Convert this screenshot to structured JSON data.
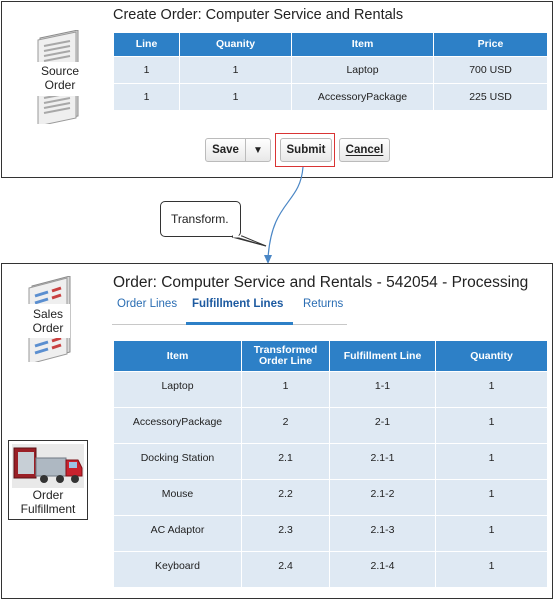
{
  "top_panel": {
    "title": "Create Order: Computer Service and Rentals",
    "source_label_line1": "Source",
    "source_label_line2": "Order",
    "table": {
      "headers": [
        "Line",
        "Quanity",
        "Item",
        "Price"
      ],
      "rows": [
        [
          "1",
          "1",
          "Laptop",
          "700 USD"
        ],
        [
          "1",
          "1",
          "AccessoryPackage",
          "225 USD"
        ]
      ]
    },
    "buttons": {
      "save": "Save",
      "save_menu": "▼",
      "submit": "Submit",
      "cancel": "Cancel"
    }
  },
  "callout": {
    "text": "Transform."
  },
  "bottom_panel": {
    "title": "Order: Computer Service and Rentals - 542054 - Processing",
    "sales_label_line1": "Sales",
    "sales_label_line2": "Order",
    "fulfillment_label_line1": "Order",
    "fulfillment_label_line2": "Fulfillment",
    "tabs": [
      "Order Lines",
      "Fulfillment Lines",
      "Returns"
    ],
    "active_tab": "Fulfillment Lines",
    "table": {
      "headers": [
        "Item",
        "Transformed Order Line",
        "Fulfillment Line",
        "Quantity"
      ],
      "header_line1": [
        "Item",
        "Transformed",
        "Fulfillment Line",
        "Quantity"
      ],
      "header_line2": [
        "",
        "Order Line",
        "",
        ""
      ],
      "rows": [
        [
          "Laptop",
          "1",
          "1-1",
          "1"
        ],
        [
          "AccessoryPackage",
          "2",
          "2-1",
          "1"
        ],
        [
          "Docking Station",
          "2.1",
          "2.1-1",
          "1"
        ],
        [
          "Mouse",
          "2.2",
          "2.1-2",
          "1"
        ],
        [
          "AC Adaptor",
          "2.3",
          "2.1-3",
          "1"
        ],
        [
          "Keyboard",
          "2.4",
          "2.1-4",
          "1"
        ]
      ]
    }
  },
  "colors": {
    "header_blue": "#2d80c7",
    "row_blue": "#dfe9f3",
    "highlight_red": "#d93434",
    "link_blue": "#2a6db3"
  }
}
